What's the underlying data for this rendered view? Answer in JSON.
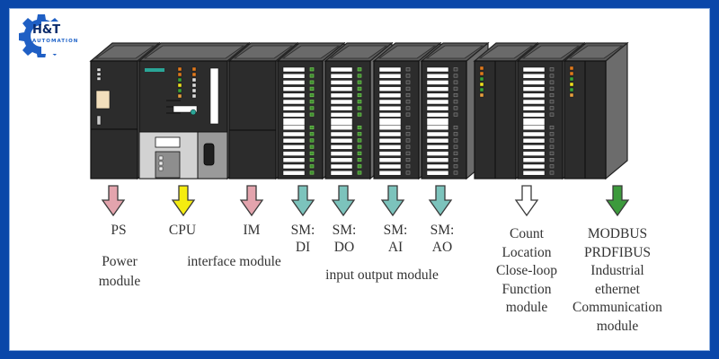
{
  "brand": {
    "name": "H&T",
    "tagline": "AUTOMATION",
    "frame_color": "#0a47a9"
  },
  "modules": [
    {
      "id": "ps",
      "kind": "power"
    },
    {
      "id": "cpu",
      "kind": "cpu"
    },
    {
      "id": "im",
      "kind": "interface"
    },
    {
      "id": "sm-di",
      "kind": "io",
      "leds": "green"
    },
    {
      "id": "sm-do",
      "kind": "io",
      "leds": "green"
    },
    {
      "id": "sm-ai",
      "kind": "io",
      "leds": "dark"
    },
    {
      "id": "sm-ao",
      "kind": "io",
      "leds": "dark"
    },
    {
      "id": "fm",
      "kind": "function"
    },
    {
      "id": "fm-io",
      "kind": "io",
      "leds": "dark"
    },
    {
      "id": "cp",
      "kind": "comm"
    }
  ],
  "arrows": [
    {
      "target": "ps",
      "color": "#e3a4ad"
    },
    {
      "target": "cpu",
      "color": "#f5ec10"
    },
    {
      "target": "im",
      "color": "#e3a4ad"
    },
    {
      "target": "sm-di",
      "color": "#7cc3bc"
    },
    {
      "target": "sm-do",
      "color": "#7cc3bc"
    },
    {
      "target": "sm-ai",
      "color": "#7cc3bc"
    },
    {
      "target": "sm-ao",
      "color": "#7cc3bc"
    },
    {
      "target": "fm",
      "color": "#ffffff"
    },
    {
      "target": "cp",
      "color": "#3c9a3c"
    }
  ],
  "labels": {
    "ps": "PS",
    "cpu": "CPU",
    "im": "IM",
    "power_module": [
      "Power",
      "module"
    ],
    "interface_module": "interface module",
    "sm_di": [
      "SM:",
      "DI"
    ],
    "sm_do": [
      "SM:",
      "DO"
    ],
    "sm_ai": [
      "SM:",
      "AI"
    ],
    "sm_ao": [
      "SM:",
      "AO"
    ],
    "input_output_module": "input output module",
    "function_module": [
      "Count",
      "Location",
      "Close-loop",
      "Function",
      "module"
    ],
    "communication_module": [
      "MODBUS",
      "PRDFIBUS",
      "Industrial",
      "ethernet",
      "Communication",
      "module"
    ]
  }
}
